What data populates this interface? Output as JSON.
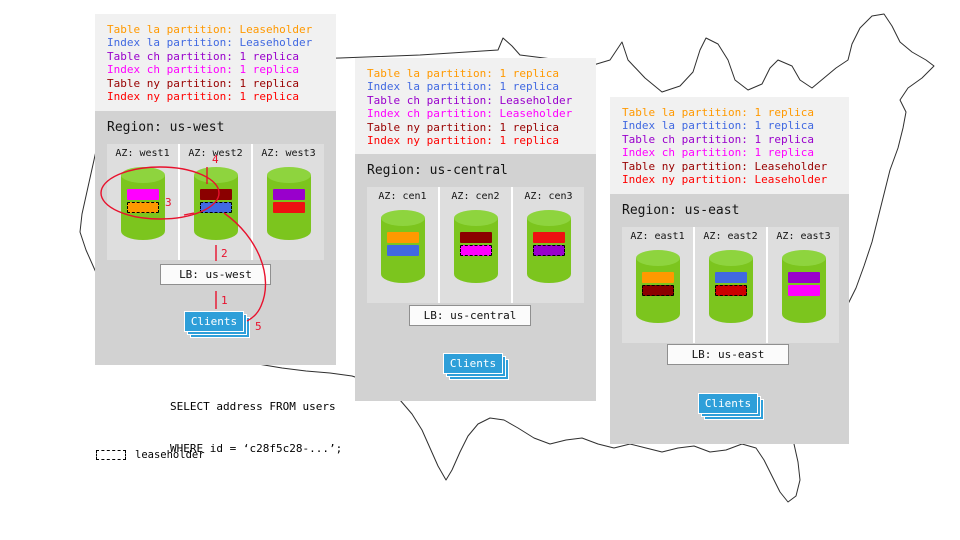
{
  "colors": {
    "cylinder_body": "#7cc51e",
    "cylinder_top": "#8ed43e",
    "clients": "#2e9fd9",
    "arrow": "#e8112d"
  },
  "flow": {
    "steps": [
      "1",
      "2",
      "3",
      "4",
      "5"
    ]
  },
  "query": {
    "line1": "SELECT address FROM users",
    "line2": "WHERE id = ‘c28f5c28-...’;"
  },
  "legend": {
    "label": "leaseholder"
  },
  "regions": [
    {
      "title": "Region: us-west",
      "lb_label": "LB: us-west",
      "clients_label": "Clients",
      "partition_legend": [
        {
          "text": "Table la partition: Leaseholder",
          "color": "#ff9900"
        },
        {
          "text": "Index la partition: Leaseholder",
          "color": "#4169e1"
        },
        {
          "text": "Table ch partition: 1 replica",
          "color": "#9900cc"
        },
        {
          "text": "Index ch partition: 1 replica",
          "color": "#ff00ff"
        },
        {
          "text": "Table ny partition: 1 replica",
          "color": "#990000"
        },
        {
          "text": "Index ny partition: 1 replica",
          "color": "#ff0000"
        }
      ],
      "azs": [
        {
          "label": "AZ: west1",
          "bars": [
            {
              "color": "#ff00ff",
              "border": "transparent"
            },
            {
              "color": "#ff9900",
              "border": "#000000"
            }
          ]
        },
        {
          "label": "AZ: west2",
          "bars": [
            {
              "color": "#8b0000",
              "border": "transparent"
            },
            {
              "color": "#4169e1",
              "border": "#000000"
            }
          ]
        },
        {
          "label": "AZ: west3",
          "bars": [
            {
              "color": "#9900cc",
              "border": "transparent"
            },
            {
              "color": "#ee1111",
              "border": "transparent"
            }
          ]
        }
      ]
    },
    {
      "title": "Region: us-central",
      "lb_label": "LB: us-central",
      "clients_label": "Clients",
      "partition_legend": [
        {
          "text": "Table la partition: 1 replica",
          "color": "#ff9900"
        },
        {
          "text": "Index la partition: 1 replica",
          "color": "#4169e1"
        },
        {
          "text": "Table ch partition: Leaseholder",
          "color": "#9900cc"
        },
        {
          "text": "Index ch partition: Leaseholder",
          "color": "#ff00ff"
        },
        {
          "text": "Table ny partition: 1 replica",
          "color": "#990000"
        },
        {
          "text": "Index ny partition: 1 replica",
          "color": "#ff0000"
        }
      ],
      "azs": [
        {
          "label": "AZ: cen1",
          "bars": [
            {
              "color": "#ff9900",
              "border": "transparent"
            },
            {
              "color": "#4169e1",
              "border": "transparent"
            }
          ]
        },
        {
          "label": "AZ: cen2",
          "bars": [
            {
              "color": "#8b0000",
              "border": "transparent"
            },
            {
              "color": "#ff00ff",
              "border": "#000000"
            }
          ]
        },
        {
          "label": "AZ: cen3",
          "bars": [
            {
              "color": "#ee1111",
              "border": "transparent"
            },
            {
              "color": "#9900cc",
              "border": "#000000"
            }
          ]
        }
      ]
    },
    {
      "title": "Region: us-east",
      "lb_label": "LB: us-east",
      "clients_label": "Clients",
      "partition_legend": [
        {
          "text": "Table la partition: 1 replica",
          "color": "#ff9900"
        },
        {
          "text": "Index la partition: 1 replica",
          "color": "#4169e1"
        },
        {
          "text": "Table ch partition: 1 replica",
          "color": "#9900cc"
        },
        {
          "text": "Index ch partition: 1 replica",
          "color": "#ff00ff"
        },
        {
          "text": "Table ny partition: Leaseholder",
          "color": "#990000"
        },
        {
          "text": "Index ny partition: Leaseholder",
          "color": "#ff0000"
        }
      ],
      "azs": [
        {
          "label": "AZ: east1",
          "bars": [
            {
              "color": "#ff9900",
              "border": "transparent"
            },
            {
              "color": "#8b0000",
              "border": "#000000"
            }
          ]
        },
        {
          "label": "AZ: east2",
          "bars": [
            {
              "color": "#4169e1",
              "border": "transparent"
            },
            {
              "color": "#cc0000",
              "border": "#000000"
            }
          ]
        },
        {
          "label": "AZ: east3",
          "bars": [
            {
              "color": "#9900cc",
              "border": "transparent"
            },
            {
              "color": "#ff00ff",
              "border": "transparent"
            }
          ]
        }
      ]
    }
  ]
}
